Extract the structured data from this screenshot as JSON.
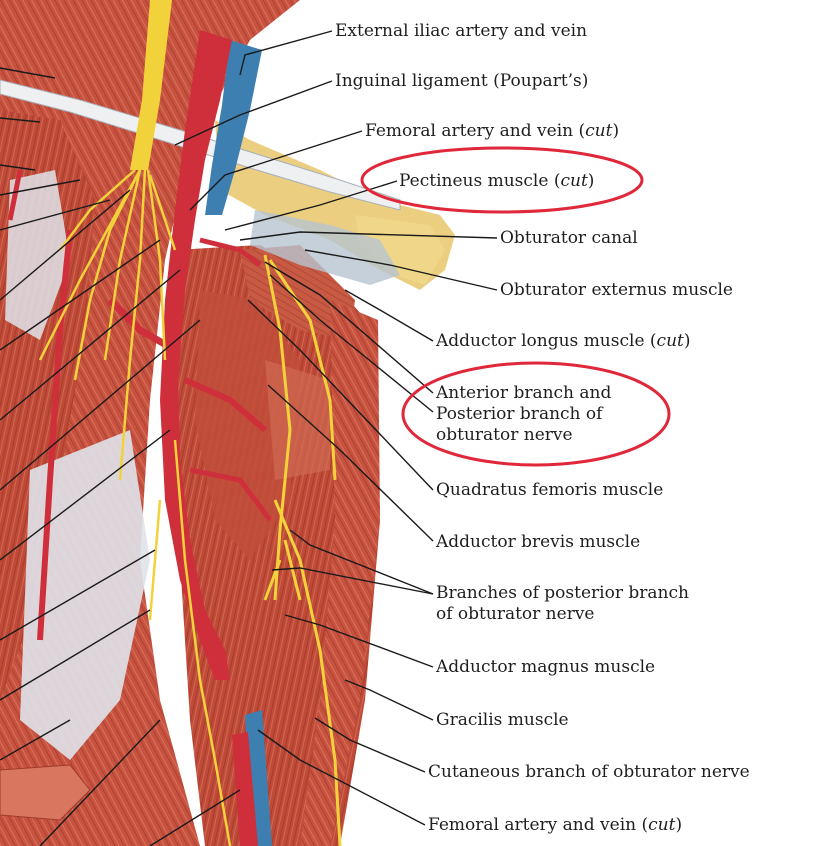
{
  "figure": {
    "colors": {
      "muscle": "#c7523f",
      "muscle_dark": "#a13a2c",
      "artery": "#cf2f3a",
      "vein": "#3d7fb0",
      "nerve": "#f2d23a",
      "fascia": "#d9dee6",
      "bone": "#e8c56a",
      "leader": "#1a1a1a",
      "highlight": "#e0283a"
    },
    "labels": [
      {
        "id": "external-iliac",
        "text": "External iliac artery and vein"
      },
      {
        "id": "inguinal-ligament",
        "text": "Inguinal ligament (Poupart’s)"
      },
      {
        "id": "femoral-top",
        "text": "Femoral artery and vein (",
        "italic": "cut",
        "after": ")"
      },
      {
        "id": "pectineus",
        "text": "Pectineus muscle (",
        "italic": "cut",
        "after": ")",
        "highlighted": true
      },
      {
        "id": "obturator-canal",
        "text": "Obturator canal"
      },
      {
        "id": "obturator-externus",
        "text": "Obturator externus muscle"
      },
      {
        "id": "adductor-longus",
        "text": "Adductor longus muscle (",
        "italic": "cut",
        "after": ")"
      },
      {
        "id": "obturator-branches",
        "lines": [
          "Anterior branch and",
          "Posterior branch of",
          "obturator nerve"
        ],
        "highlighted": true
      },
      {
        "id": "quadratus-femoris",
        "text": "Quadratus femoris muscle"
      },
      {
        "id": "adductor-brevis",
        "text": "Adductor brevis muscle"
      },
      {
        "id": "posterior-branches",
        "lines": [
          "Branches of posterior branch",
          "of obturator nerve"
        ]
      },
      {
        "id": "adductor-magnus",
        "text": "Adductor magnus muscle"
      },
      {
        "id": "gracilis",
        "text": "Gracilis muscle"
      },
      {
        "id": "cutaneous-branch",
        "text": "Cutaneous branch of obturator nerve"
      },
      {
        "id": "femoral-bottom",
        "text": "Femoral artery and vein (",
        "italic": "cut",
        "after": ")"
      }
    ]
  }
}
